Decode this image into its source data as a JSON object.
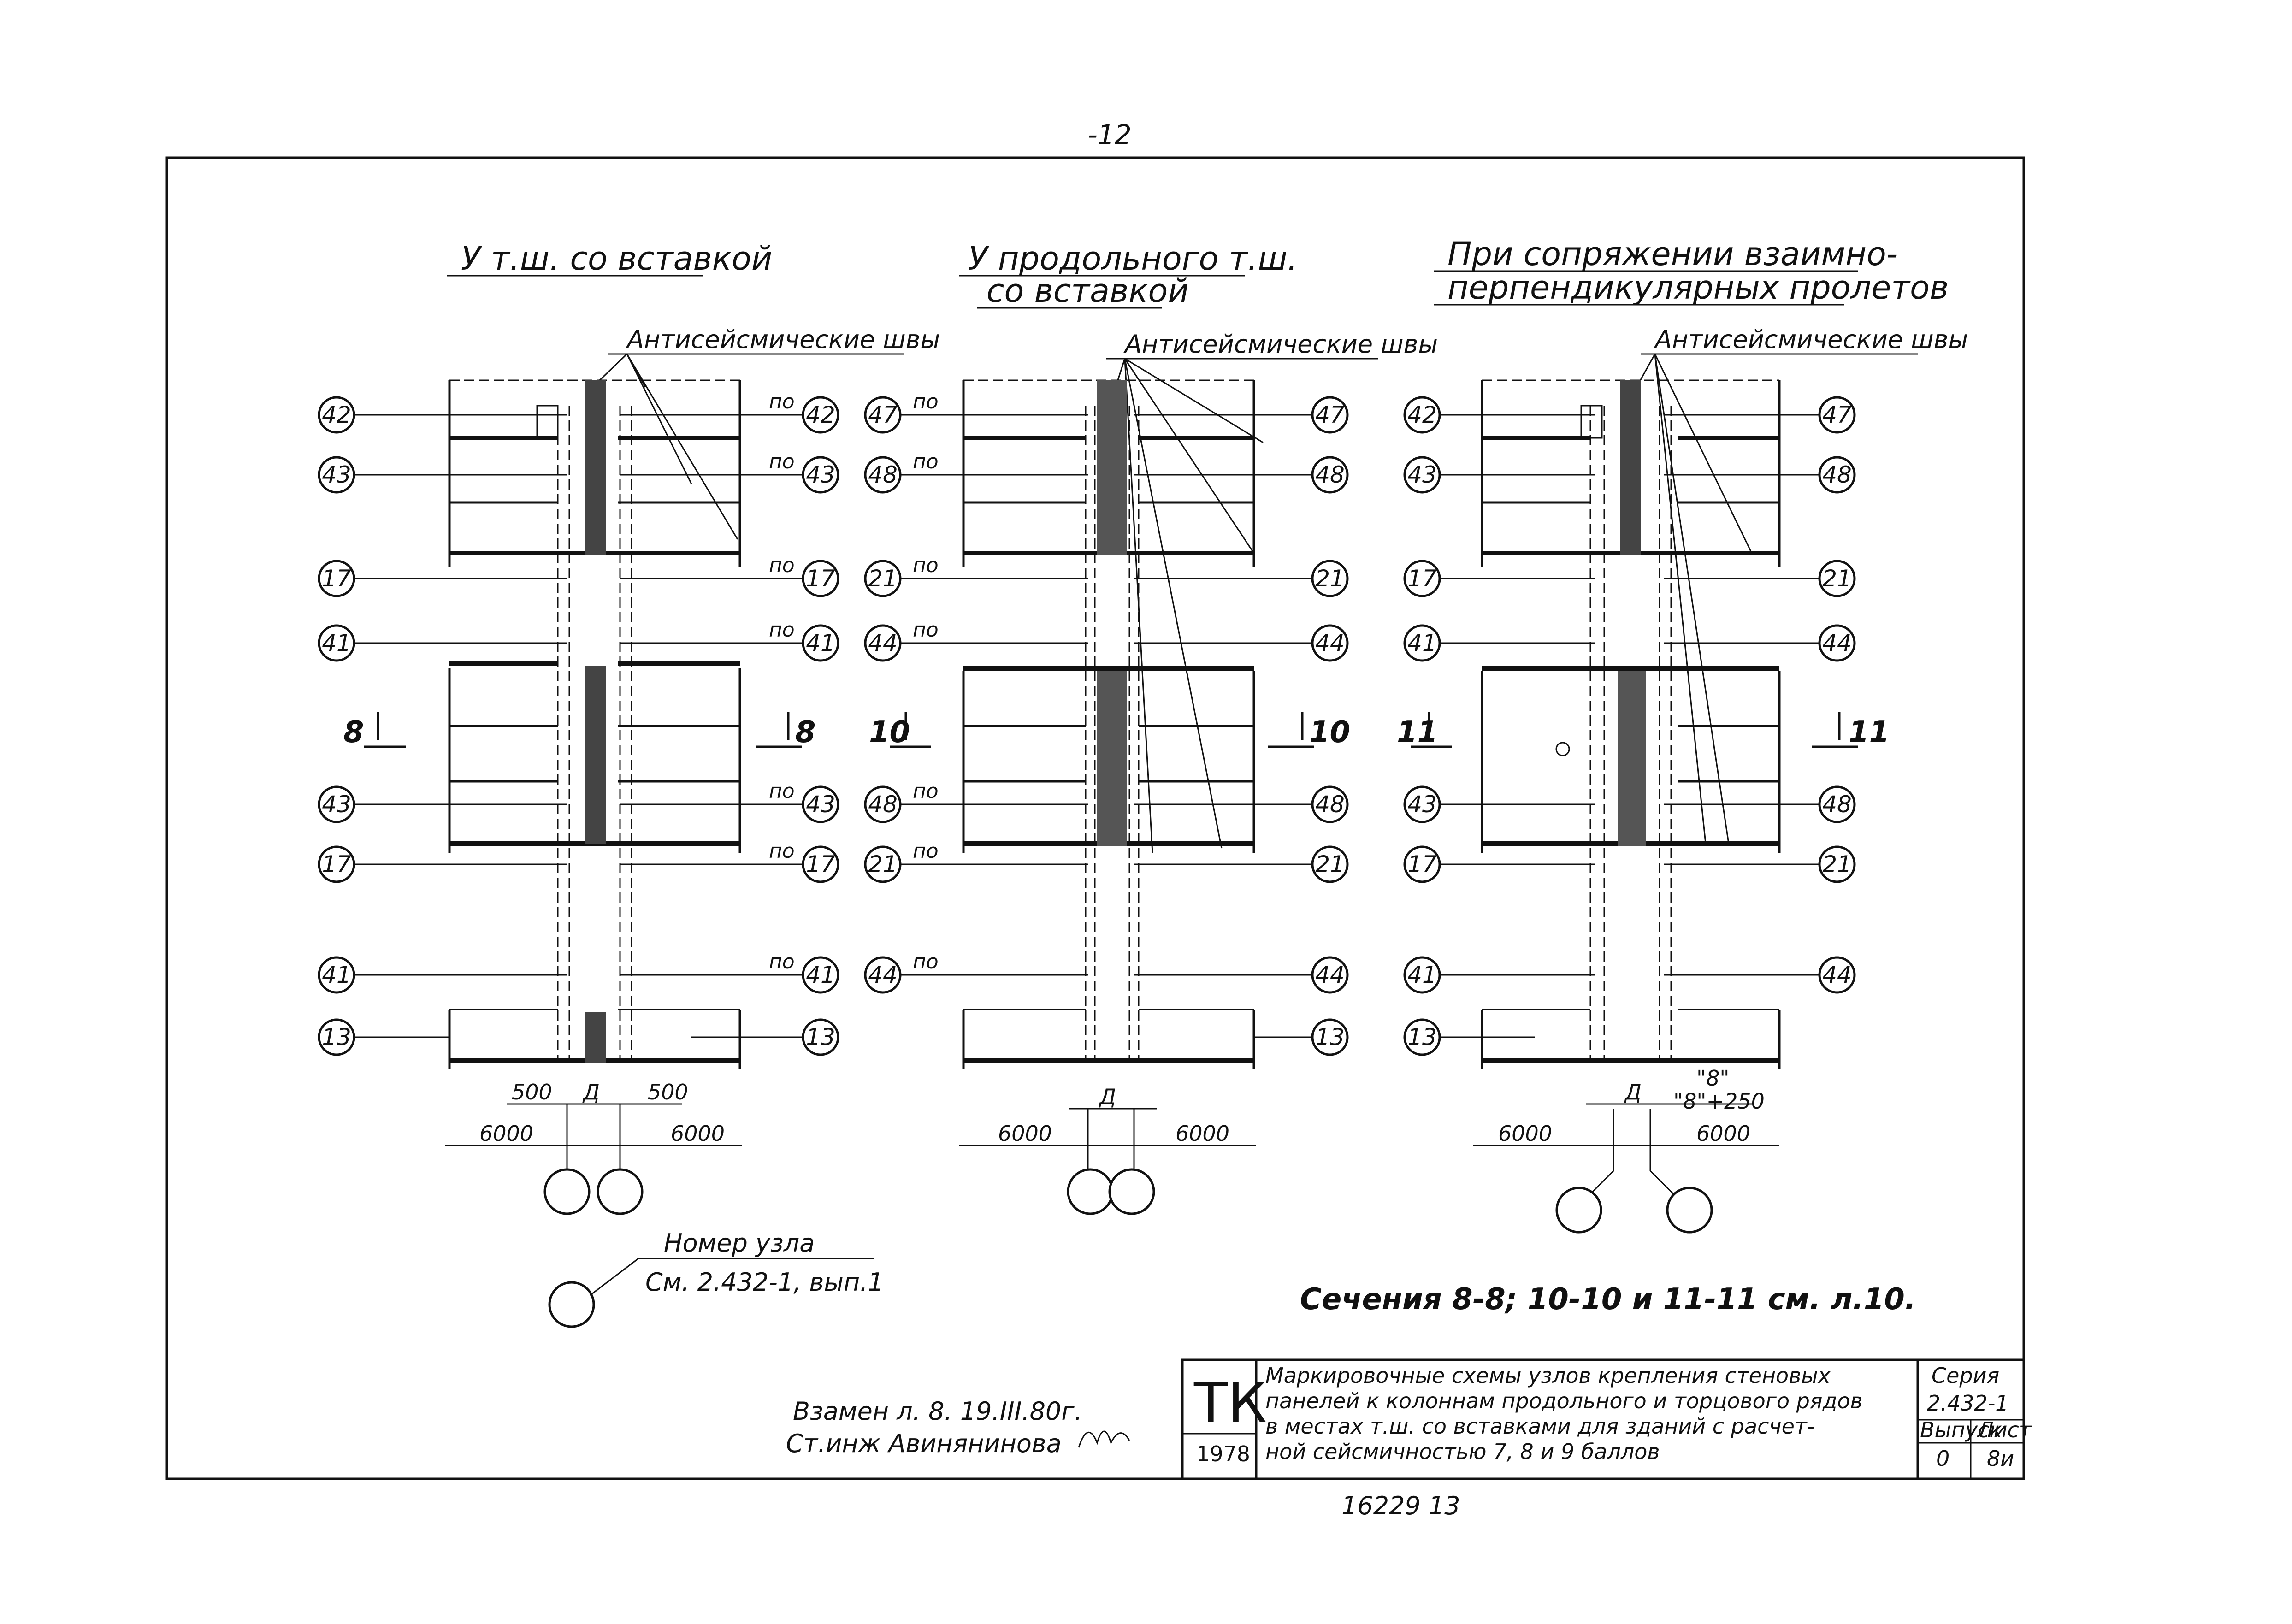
{
  "page_number": "-12",
  "col_titles": [
    [
      "У т.ш. со вставкой"
    ],
    [
      "У продольного т.ш.",
      "со вставкой"
    ],
    [
      "При сопряжении взаимно-",
      "перпендикулярных пролетов"
    ]
  ],
  "seams_label": "Антисейсмические швы",
  "po_label": "по",
  "col1": {
    "left": [
      "42",
      "43",
      "17",
      "41",
      "43",
      "17",
      "41",
      "13"
    ],
    "right": [
      "42",
      "43",
      "17",
      "41",
      "43",
      "17",
      "41"
    ],
    "right_bottom": "13",
    "section": "8",
    "dims_small": [
      "500",
      "Д",
      "500"
    ],
    "dims_span": [
      "6000",
      "6000"
    ]
  },
  "col2": {
    "left": [
      "47",
      "48",
      "21",
      "44",
      "48",
      "21",
      "44"
    ],
    "right": [
      "47",
      "48",
      "21",
      "44",
      "48",
      "21",
      "44",
      "13"
    ],
    "section": "10",
    "dims_small": [
      "Д"
    ],
    "dims_span": [
      "6000",
      "6000"
    ]
  },
  "col3": {
    "left": [
      "42",
      "43",
      "17",
      "41",
      "43",
      "17",
      "41",
      "13"
    ],
    "right": [
      "47",
      "48",
      "21",
      "44",
      "48",
      "21",
      "44"
    ],
    "section": "11",
    "dims_small": [
      "Д",
      "\"8\"",
      "\"8\"+250"
    ],
    "dims_span": [
      "6000",
      "6000"
    ]
  },
  "legend": {
    "title": "Номер узла",
    "ref": "См. 2.432-1, вып.1"
  },
  "sections_note": "Сечения 8-8; 10-10 и 11-11 см. л.10.",
  "replacement_note": {
    "line1": "Взамен     л. 8. 19.III.80г.",
    "line2": "Ст.инж Авинянинова"
  },
  "title_block": {
    "logo": "ТК",
    "year": "1978",
    "description": [
      "Маркировочные схемы узлов крепления стеновых",
      "панелей к колоннам продольного и торцового рядов",
      "в местах т.ш. со вставками для зданий с расчет-",
      "ной сейсмичностью 7, 8 и 9 баллов"
    ],
    "series_label": "Серия",
    "series_value": "2.432-1",
    "issue_label": "Выпуск",
    "sheet_label": "Лист",
    "issue_value": "0",
    "sheet_value": "8и"
  },
  "bottom_code": "16229    13"
}
